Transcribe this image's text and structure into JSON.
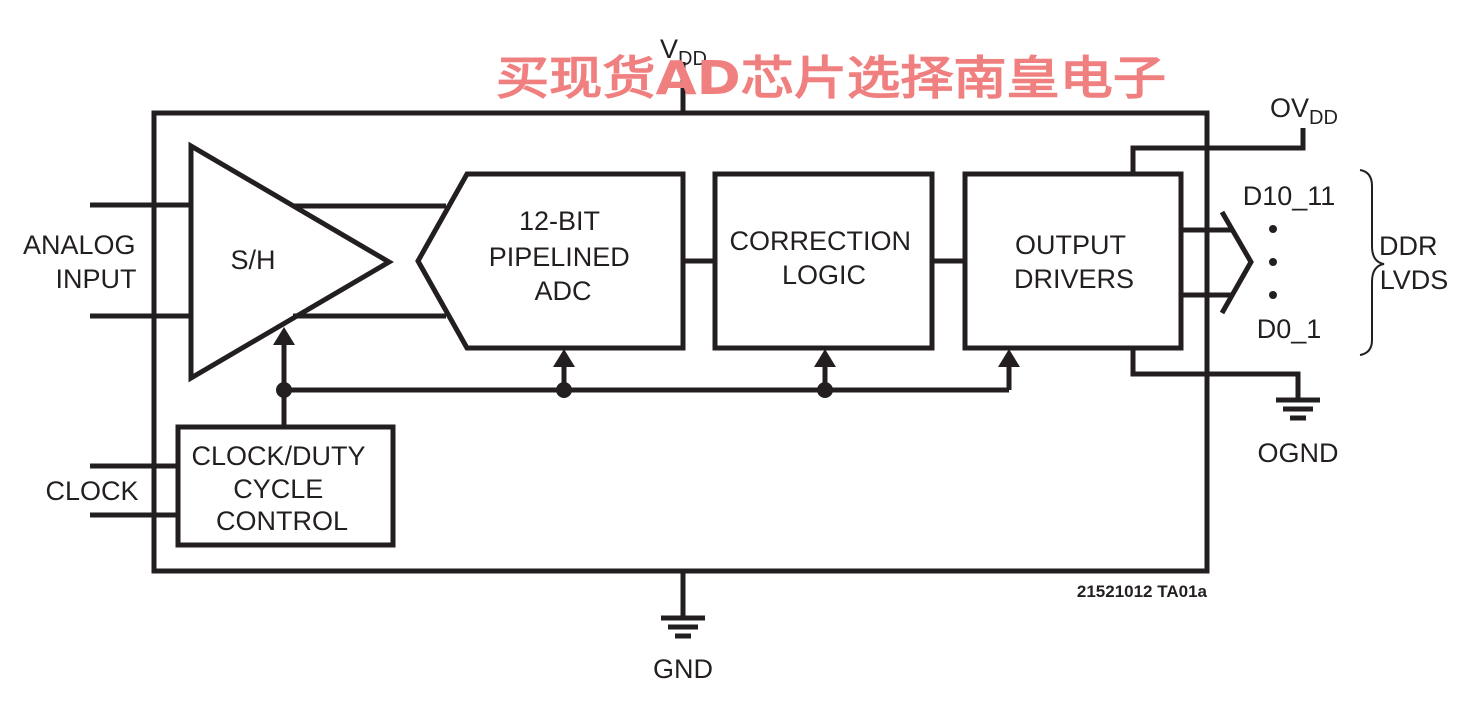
{
  "watermark": "买现货AD芯片选择南皇电子",
  "supply": {
    "vdd_main": "V",
    "vdd_sub": "DD",
    "ovdd_main": "OV",
    "ovdd_sub": "DD"
  },
  "inputs": {
    "analog_line1": "ANALOG",
    "analog_line2": "INPUT",
    "clock": "CLOCK"
  },
  "blocks": {
    "sh": "S/H",
    "adc": [
      "12-BIT",
      "PIPELINED",
      "ADC"
    ],
    "correction": [
      "CORRECTION",
      "LOGIC"
    ],
    "output": [
      "OUTPUT",
      "DRIVERS"
    ],
    "clock_ctrl": [
      "CLOCK/DUTY",
      "CYCLE",
      "CONTROL"
    ]
  },
  "outputs": {
    "top_bit": "D10_11",
    "bottom_bit": "D0_1",
    "bus_line1": "DDR",
    "bus_line2": "LVDS"
  },
  "grounds": {
    "gnd": "GND",
    "ognd": "OGND"
  },
  "figure_id": "21521012 TA01a"
}
